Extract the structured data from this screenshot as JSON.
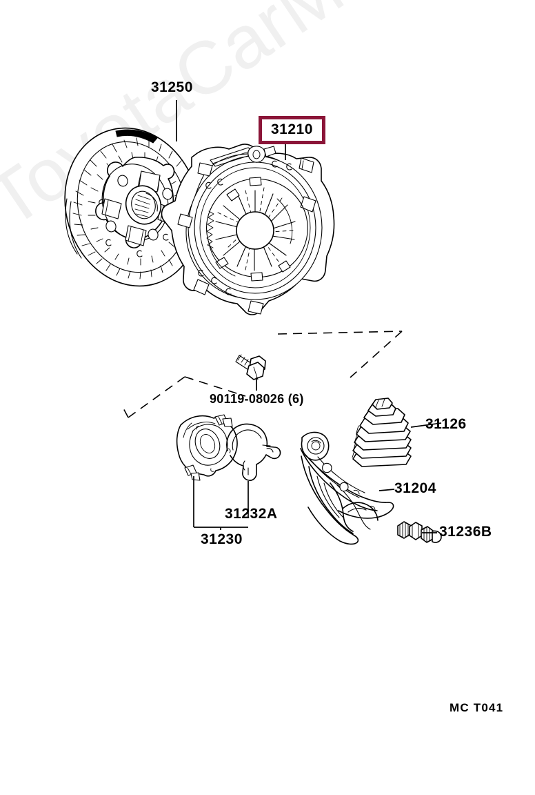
{
  "page": {
    "background_color": "#ffffff",
    "line_color": "#000000",
    "highlight_color": "#8b1538",
    "watermark_color": "#f0f0f0",
    "footer_code": "MC  T041"
  },
  "watermark": {
    "text": "ToyotaCarMine.ru"
  },
  "labels": {
    "clutch_disc": "31250",
    "clutch_cover": "31210",
    "cover_bolt": "90119-08026 (6)",
    "release_bearing_assy": "31230",
    "release_bearing_clip": "31232A",
    "release_fork_boot": "31126",
    "release_fork": "31204",
    "fork_pivot_bolt": "31236B"
  },
  "parts": [
    {
      "ref": "31250",
      "name": "clutch-disc",
      "label": "31250",
      "highlighted": false
    },
    {
      "ref": "31210",
      "name": "clutch-cover-pressure-plate",
      "label": "31210",
      "highlighted": true
    },
    {
      "ref": "90119-08026",
      "name": "clutch-cover-bolt",
      "label": "90119-08026 (6)",
      "quantity": "6",
      "highlighted": false
    },
    {
      "ref": "31230",
      "name": "clutch-release-bearing-assembly",
      "label": "31230",
      "highlighted": false
    },
    {
      "ref": "31232A",
      "name": "clutch-release-bearing-clip",
      "label": "31232A",
      "highlighted": false
    },
    {
      "ref": "31126",
      "name": "clutch-release-fork-boot",
      "label": "31126",
      "highlighted": false
    },
    {
      "ref": "31204",
      "name": "clutch-release-fork",
      "label": "31204",
      "highlighted": false
    },
    {
      "ref": "31236B",
      "name": "clutch-release-fork-pivot-bolt",
      "label": "31236B",
      "highlighted": false
    }
  ]
}
